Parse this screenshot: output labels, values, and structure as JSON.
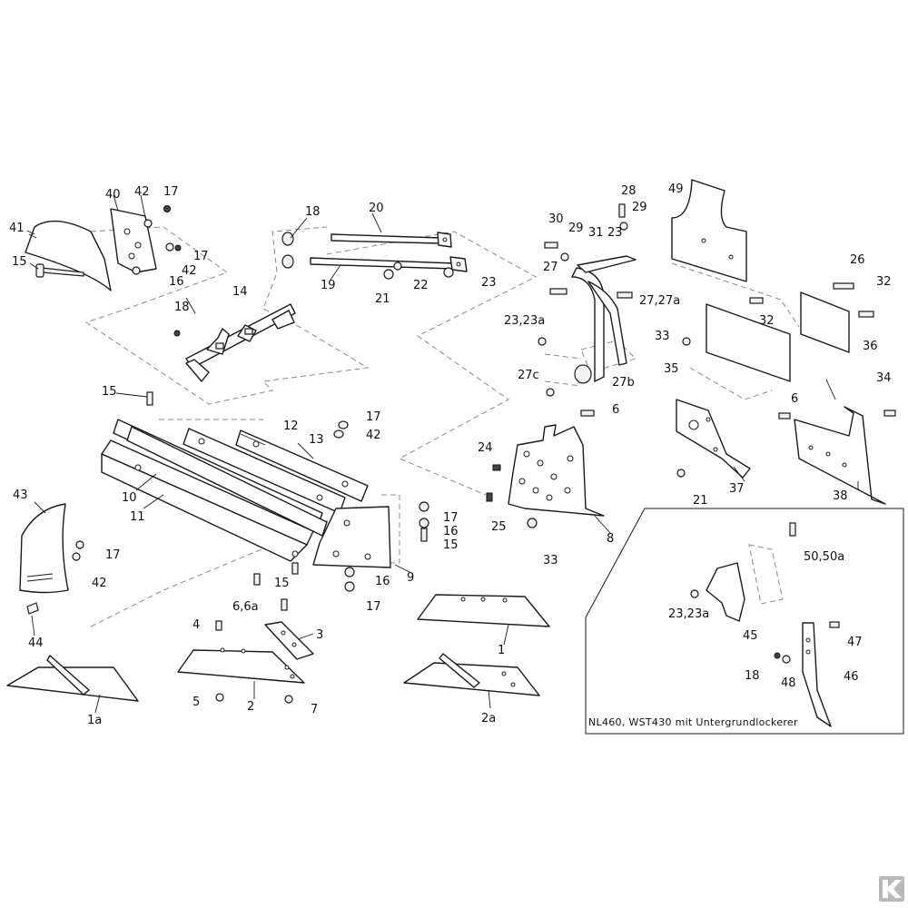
{
  "callouts": {
    "c1": "1",
    "c1a": "1a",
    "c2": "2",
    "c2a": "2a",
    "c3": "3",
    "c4": "4",
    "c5": "5",
    "c66a": "6,6a",
    "c6": "6",
    "c6b": "6",
    "c7": "7",
    "c8": "8",
    "c9": "9",
    "c10": "10",
    "c11": "11",
    "c12": "12",
    "c13": "13",
    "c14": "14",
    "c15a": "15",
    "c15b": "15",
    "c15c": "15",
    "c15d": "15",
    "c16a": "16",
    "c16b": "16",
    "c16c": "16",
    "c17a": "17",
    "c17b": "17",
    "c17c": "17",
    "c17d": "17",
    "c17e": "17",
    "c17f": "17",
    "c18a": "18",
    "c18b": "18",
    "c18c": "18",
    "c19": "19",
    "c20": "20",
    "c21a": "21",
    "c21b": "21",
    "c22": "22",
    "c23a": "23",
    "c23b": "23",
    "c2323a_a": "23,23a",
    "c2323a_b": "23,23a",
    "c24": "24",
    "c25": "25",
    "c26": "26",
    "c27": "27",
    "c2727a": "27,27a",
    "c27b": "27b",
    "c27c": "27c",
    "c28": "28",
    "c29a": "29",
    "c29b": "29",
    "c30": "30",
    "c31": "31",
    "c32a": "32",
    "c32b": "32",
    "c33a": "33",
    "c33b": "33",
    "c34": "34",
    "c35": "35",
    "c36": "36",
    "c37": "37",
    "c38": "38",
    "c40": "40",
    "c41": "41",
    "c42a": "42",
    "c42b": "42",
    "c42c": "42",
    "c42d": "42",
    "c43": "43",
    "c44": "44",
    "c45": "45",
    "c46": "46",
    "c47": "47",
    "c48": "48",
    "c49": "49",
    "c5050a": "50,50a"
  },
  "inset_caption": "NL460, WST430 mit Untergrundlockerer",
  "icons": {
    "brand_logo": "k-logo-icon"
  },
  "colors": {
    "line": "#1a1a1a",
    "background": "#ffffff",
    "logo": "#b9b9b9"
  }
}
